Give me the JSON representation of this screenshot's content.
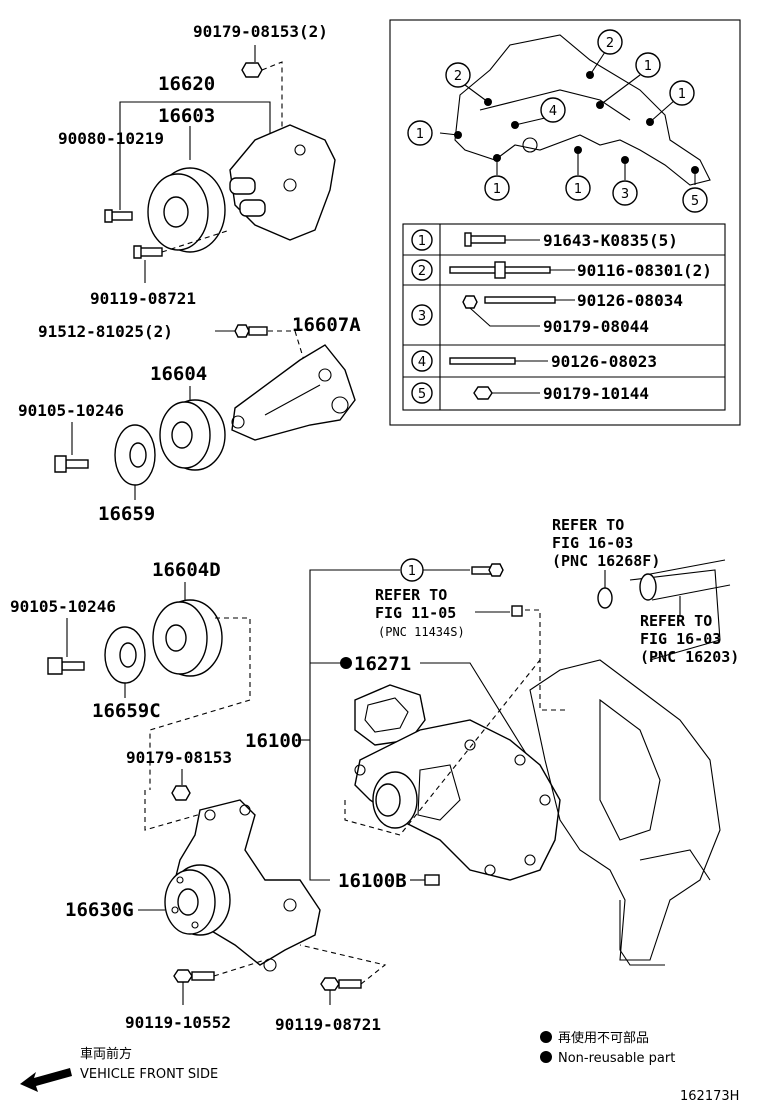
{
  "labels": {
    "p90179_08153_2": "90179-08153(2)",
    "p16620": "16620",
    "p16603": "16603",
    "p90080_10219": "90080-10219",
    "p90119_08721_top": "90119-08721",
    "p91512_81025_2": "91512-81025(2)",
    "p16607A": "16607A",
    "p16604": "16604",
    "p90105_10246_top": "90105-10246",
    "p16659": "16659",
    "p16604D": "16604D",
    "p90105_10246_mid": "90105-10246",
    "p16659C": "16659C",
    "p90179_08153": "90179-08153",
    "p16100": "16100",
    "p16271": "16271",
    "p16100B": "16100B",
    "p16630G": "16630G",
    "p90119_10552": "90119-10552",
    "p90119_08721_bottom": "90119-08721"
  },
  "refs": {
    "ref_11_05_line1": "REFER TO",
    "ref_11_05_line2": "FIG 11-05",
    "ref_11_05_line3": "(PNC 11434S)",
    "ref_16268F_line1": "REFER TO",
    "ref_16268F_line2": "FIG 16-03",
    "ref_16268F_line3": "(PNC 16268F)",
    "ref_16203_line1": "REFER TO",
    "ref_16203_line2": "FIG 16-03",
    "ref_16203_line3": "(PNC 16203)"
  },
  "inset": {
    "callouts": [
      "1",
      "2",
      "3",
      "4",
      "5"
    ],
    "legend": [
      {
        "num": "1",
        "parts": [
          "91643-K0835(5)"
        ]
      },
      {
        "num": "2",
        "parts": [
          "90116-08301(2)"
        ]
      },
      {
        "num": "3",
        "parts": [
          "90126-08034",
          "90179-08044"
        ]
      },
      {
        "num": "4",
        "parts": [
          "90126-08023"
        ]
      },
      {
        "num": "5",
        "parts": [
          "90179-10144"
        ]
      }
    ]
  },
  "bolt_callout_num": "1",
  "legend_notes": {
    "non_reusable_jp": "再使用不可部品",
    "non_reusable_en": "Non-reusable part",
    "vehicle_front_jp": "車両前方",
    "vehicle_front_en": "VEHICLE FRONT SIDE"
  },
  "figure_id": "162173H"
}
